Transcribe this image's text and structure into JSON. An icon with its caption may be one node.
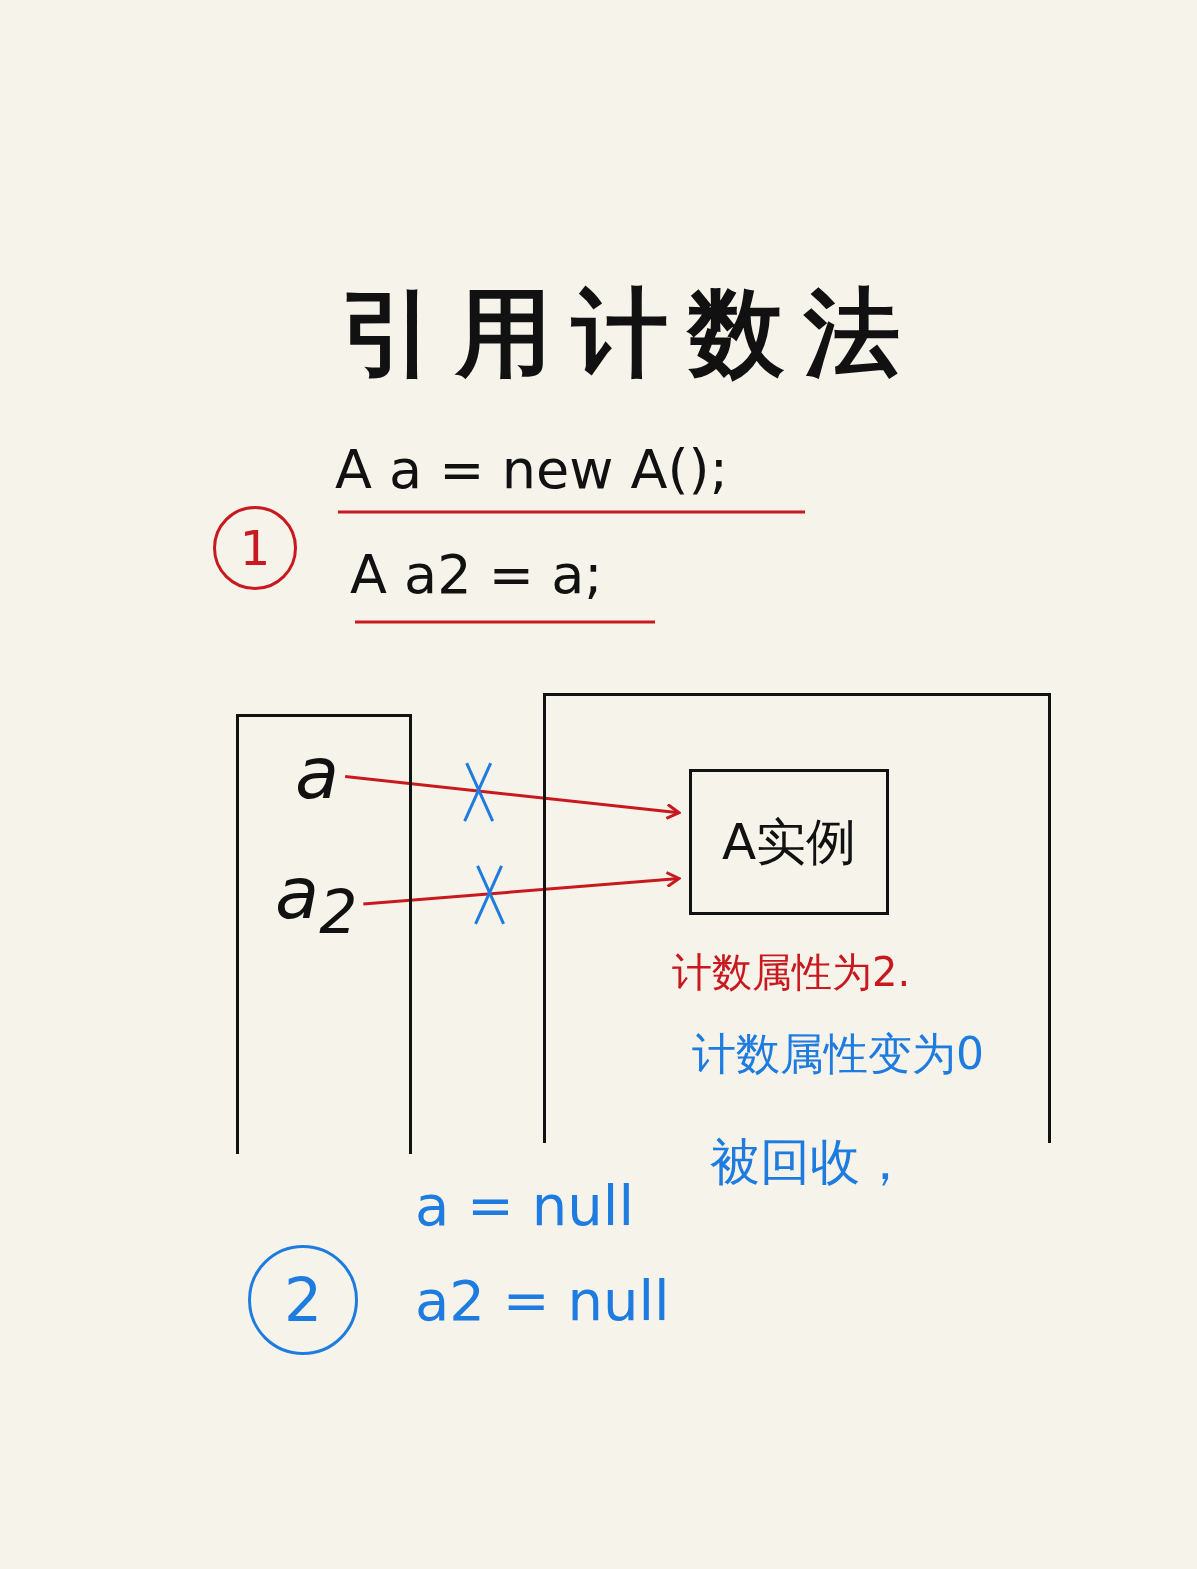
{
  "diagram": {
    "title": "引用计数法",
    "nodes": [
      {
        "text": [],
        "shape": "box"
      },
      {
        "text": [
          "a"
        ],
        "in": 0
      },
      {
        "text": [
          "a$_{2}$"
        ],
        "in": 0
      },
      {
        "text": [],
        "shape": "box"
      },
      {
        "text": [
          "A实例"
        ],
        "in": 3
      }
    ],
    "edges": [
      {
        "from": 1,
        "to": 4,
        "arrow": "to"
      },
      {
        "from": 2,
        "to": 4,
        "arrow": "to"
      }
    ],
    "labels": [
      "1",
      "A a = new A();",
      "A a2 = a;",
      "计数属性为2.",
      "2",
      "a = null",
      "a2 = null",
      "计数属性变为0",
      "被回收，"
    ]
  }
}
